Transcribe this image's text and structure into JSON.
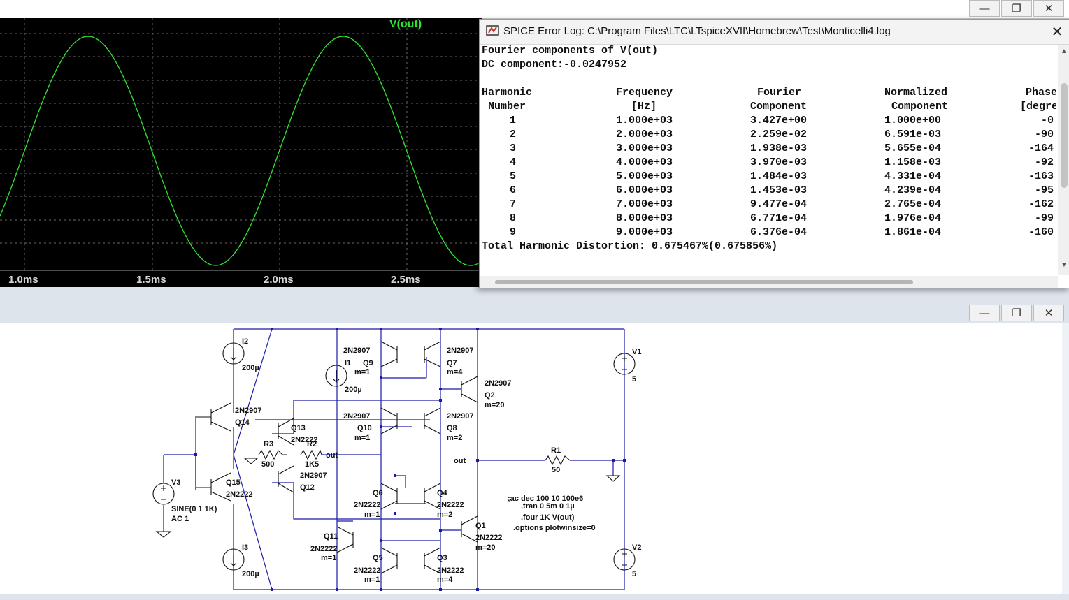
{
  "waveform": {
    "title": "V(out)",
    "x_ticks": [
      "1.0ms",
      "1.5ms",
      "2.0ms",
      "2.5ms"
    ],
    "trace_color": "#2ee82e"
  },
  "log_window": {
    "title": "SPICE Error Log: C:\\Program Files\\LTC\\LTspiceXVII\\Homebrew\\Test\\Monticelli4.log",
    "line1": "Fourier components of V(out)",
    "line2": "DC component:-0.0247952",
    "headers": {
      "h1a": "Harmonic",
      "h1b": "Number",
      "h2a": "Frequency",
      "h2b": "[Hz]",
      "h3a": "Fourier",
      "h3b": "Component",
      "h4a": "Normalized",
      "h4b": "Component",
      "h5a": "Phase",
      "h5b": "[degre"
    },
    "rows": [
      {
        "n": "1",
        "freq": "1.000e+03",
        "comp": "3.427e+00",
        "norm": "1.000e+00",
        "phase": "-0"
      },
      {
        "n": "2",
        "freq": "2.000e+03",
        "comp": "2.259e-02",
        "norm": "6.591e-03",
        "phase": "-90"
      },
      {
        "n": "3",
        "freq": "3.000e+03",
        "comp": "1.938e-03",
        "norm": "5.655e-04",
        "phase": "-164"
      },
      {
        "n": "4",
        "freq": "4.000e+03",
        "comp": "3.970e-03",
        "norm": "1.158e-03",
        "phase": "-92"
      },
      {
        "n": "5",
        "freq": "5.000e+03",
        "comp": "1.484e-03",
        "norm": "4.331e-04",
        "phase": "-163"
      },
      {
        "n": "6",
        "freq": "6.000e+03",
        "comp": "1.453e-03",
        "norm": "4.239e-04",
        "phase": "-95"
      },
      {
        "n": "7",
        "freq": "7.000e+03",
        "comp": "9.477e-04",
        "norm": "2.765e-04",
        "phase": "-162"
      },
      {
        "n": "8",
        "freq": "8.000e+03",
        "comp": "6.771e-04",
        "norm": "1.976e-04",
        "phase": "-99"
      },
      {
        "n": "9",
        "freq": "9.000e+03",
        "comp": "6.376e-04",
        "norm": "1.861e-04",
        "phase": "-160"
      }
    ],
    "thd": "Total Harmonic Distortion: 0.675467%(0.675856%)"
  },
  "schematic": {
    "labels": {
      "I2": "I2",
      "I2v": "200µ",
      "I1": "I1",
      "I1v": "200µ",
      "I3": "I3",
      "I3v": "200µ",
      "V1": "V1",
      "V1v": "5",
      "V2": "V2",
      "V2v": "5",
      "V3": "V3",
      "V3a": "SINE(0 1 1K)",
      "V3b": "AC 1",
      "Q14a": "2N2907",
      "Q14b": "Q14",
      "Q15a": "Q15",
      "Q15b": "2N2222",
      "Q13a": "Q13",
      "Q13b": "2N2222",
      "Q12a": "2N2907",
      "Q12b": "Q12",
      "R3a": "R3",
      "R3b": "500",
      "R2a": "R2",
      "R2b": "1K5",
      "out1": "out",
      "Q9a": "2N2907",
      "Q9b": "Q9",
      "Q9c": "m=1",
      "Q7a": "2N2907",
      "Q7b": "Q7",
      "Q7c": "m=4",
      "Q2a": "2N2907",
      "Q2b": "Q2",
      "Q2c": "m=20",
      "Q10a": "2N2907",
      "Q10b": "Q10",
      "Q10c": "m=1",
      "Q8a": "2N2907",
      "Q8b": "Q8",
      "Q8c": "m=2",
      "out2": "out",
      "R1a": "R1",
      "R1b": "50",
      "Q6a": "Q6",
      "Q6b": "2N2222",
      "Q6c": "m=1",
      "Q4a": "Q4",
      "Q4b": "2N2222",
      "Q4c": "m=2",
      "Q1a": "Q1",
      "Q1b": "2N2222",
      "Q1c": "m=20",
      "Q11a": "Q11",
      "Q11b": "2N2222",
      "Q11c": "m=1",
      "Q5a": "Q5",
      "Q5b": "2N2222",
      "Q5c": "m=1",
      "Q3a": "Q3",
      "Q3b": "2N2222",
      "Q3c": "m=4",
      "d1": ";ac dec 100 10 100e6",
      "d2": ".tran 0 5m 0 1µ",
      "d3": ".four 1K V(out)",
      "d4": ".options plotwinsize=0"
    }
  }
}
